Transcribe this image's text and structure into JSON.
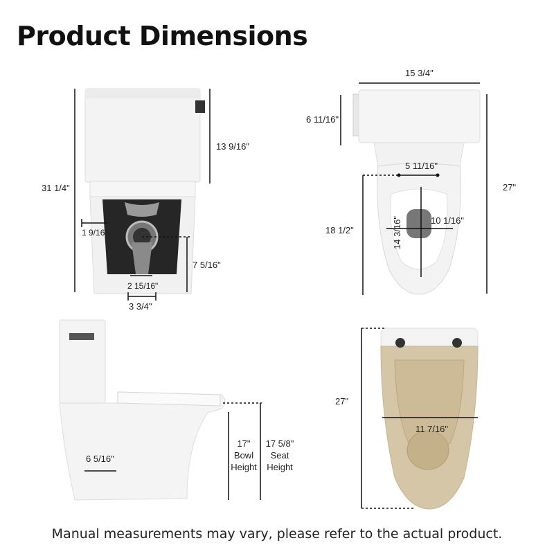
{
  "title": "Product Dimensions",
  "footer": "Manual measurements may vary, please refer to the actual product.",
  "colors": {
    "ceramic": "#f2f2f2",
    "ceramic_outline": "#d9d9d9",
    "interior_dark": "#222222",
    "underside": "#d8c9ae",
    "dimension_line": "#111111"
  },
  "front_view": {
    "height_total": "31 1/4\"",
    "tank_height": "13 9/16\"",
    "rough_in_side": "1 9/16\"",
    "trap_height": "7 5/16\"",
    "outlet_width": "2 15/16\"",
    "base_width": "3 3/4\""
  },
  "top_view": {
    "tank_width": "15 3/4\"",
    "tank_depth": "6 11/16\"",
    "seat_opening_width": "5 11/16\"",
    "bowl_length": "18 1/2\"",
    "bowl_inner_width": "10 1/16\"",
    "bowl_inner_length": "14 3/16\"",
    "total_length": "27\""
  },
  "side_view": {
    "rough_in": "6 5/16\"",
    "bowl_height_value": "17\"",
    "bowl_height_label": [
      "Bowl",
      "Height"
    ],
    "seat_height_value": "17 5/8\"",
    "seat_height_label": [
      "Seat",
      "Height"
    ]
  },
  "bottom_view": {
    "total_length": "27\"",
    "base_width": "11 7/16\""
  }
}
